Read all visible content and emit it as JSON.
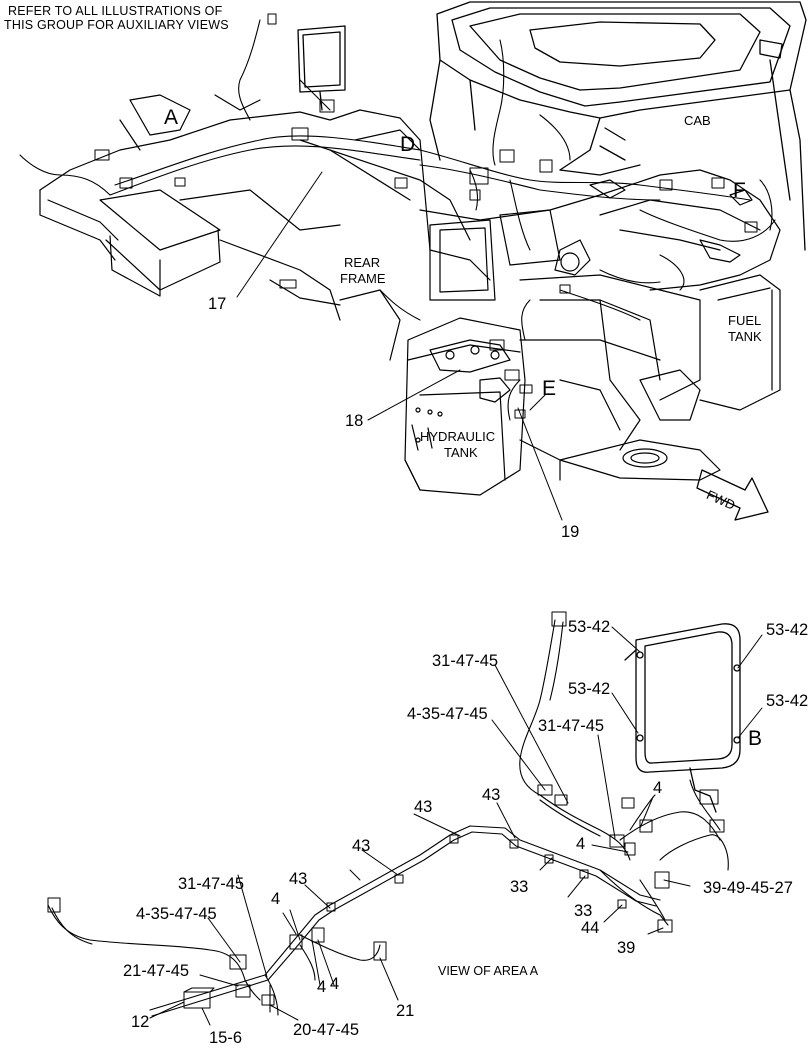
{
  "header_note": {
    "line1": "REFER TO ALL ILLUSTRATIONS OF",
    "line2": "THIS GROUP FOR AUXILIARY VIEWS"
  },
  "area_letters": {
    "a": "A",
    "d": "D",
    "e": "E",
    "f": "F",
    "b": "B"
  },
  "region_labels": {
    "cab": "CAB",
    "rear_frame_1": "REAR",
    "rear_frame_2": "FRAME",
    "fuel_tank_1": "FUEL",
    "fuel_tank_2": "TANK",
    "hydraulic_tank_1": "HYDRAULIC",
    "hydraulic_tank_2": "TANK",
    "fwd": "FWD"
  },
  "upper_callouts": {
    "c17": "17",
    "c18": "18",
    "c19": "19"
  },
  "view_caption": "VIEW OF AREA A",
  "lower_callouts": {
    "k53_42_top": "53-42",
    "k53_42_topright": "53-42",
    "k53_42_mid": "53-42",
    "k53_42_right": "53-42",
    "k31_47_45_top": "31-47-45",
    "k4_35_47_45_top": "4-35-47-45",
    "k31_47_45_mid": "31-47-45",
    "k4_a": "4",
    "k43_a": "43",
    "k43_b": "43",
    "k4_b": "4",
    "k43_c": "43",
    "k43_d": "43",
    "k33_a": "33",
    "k33_b": "33",
    "k39_49_45_27": "39-49-45-27",
    "k44": "44",
    "k39": "39",
    "k31_47_45_left": "31-47-45",
    "k4_35_47_45_left": "4-35-47-45",
    "k4_c": "4",
    "k21_47_45": "21-47-45",
    "k4_d": "4",
    "k4_e": "4",
    "k21": "21",
    "k12": "12",
    "k15_6": "15-6",
    "k20_47_45": "20-47-45"
  }
}
